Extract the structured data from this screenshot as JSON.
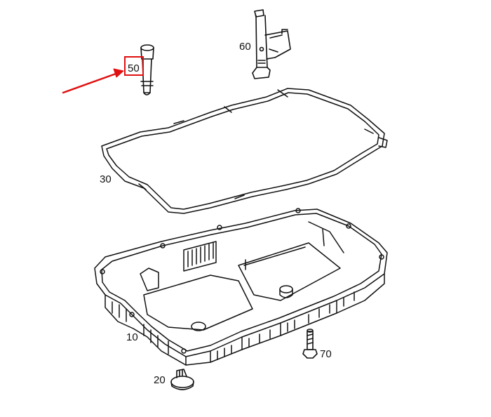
{
  "parts": [
    {
      "id": "10",
      "label": "10",
      "name": "oil pan"
    },
    {
      "id": "20",
      "label": "20",
      "name": "drain plug"
    },
    {
      "id": "30",
      "label": "30",
      "name": "gasket"
    },
    {
      "id": "50",
      "label": "50",
      "name": "pin",
      "highlighted": true
    },
    {
      "id": "60",
      "label": "60",
      "name": "filler tube"
    },
    {
      "id": "70",
      "label": "70",
      "name": "bolt"
    }
  ],
  "colors": {
    "line": "#111111",
    "highlight": "#e01010",
    "background": "#ffffff"
  }
}
